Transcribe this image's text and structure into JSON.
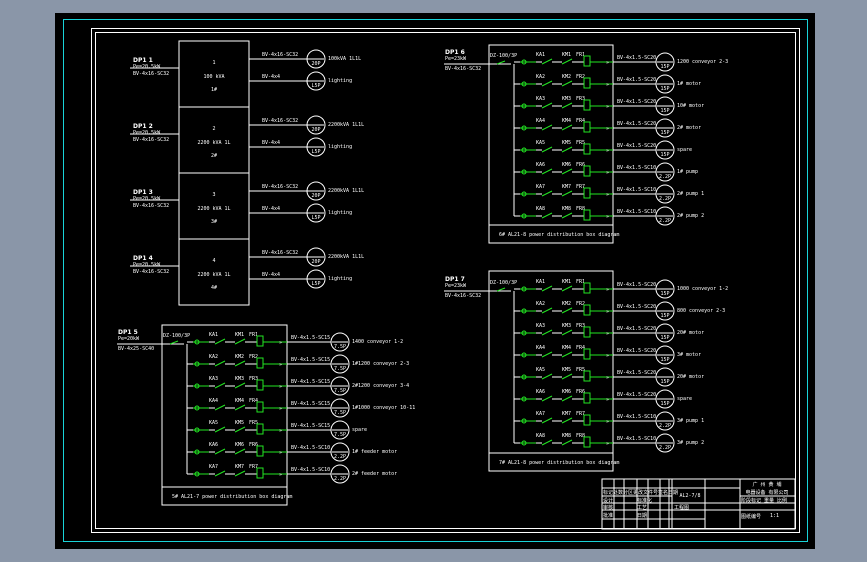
{
  "drawing": {
    "colors": {
      "background": "#000000",
      "frame": "#19d3d8",
      "lines": "#ffffff",
      "components": "#22e622"
    },
    "top_left_boxes": [
      {
        "feeder_label": "DP1 1",
        "feeder_spec": "Pe=20.5kW",
        "feeder_cable": "BV-4x16-SC32",
        "box_id": "1",
        "box_text": "100 kVA",
        "box_sub": "1#",
        "circuits": [
          {
            "cable": "BV-4x16-SC32",
            "load": "20P",
            "desc": "100kVA 1L1L"
          },
          {
            "cable": "BV-4x4",
            "load": "L5P",
            "desc": "lighting"
          }
        ]
      },
      {
        "feeder_label": "DP1 2",
        "feeder_spec": "Pe=20.5kW",
        "feeder_cable": "BV-4x16-SC32",
        "box_id": "2",
        "box_text": "2200 kVA 1L",
        "box_sub": "2#",
        "circuits": [
          {
            "cable": "BV-4x16-SC32",
            "load": "20P",
            "desc": "2200kVA 1L1L"
          },
          {
            "cable": "BV-4x4",
            "load": "L5P",
            "desc": "lighting"
          }
        ]
      },
      {
        "feeder_label": "DP1 3",
        "feeder_spec": "Pe=20.5kW",
        "feeder_cable": "BV-4x16-SC32",
        "box_id": "3",
        "box_text": "2200 kVA 1L",
        "box_sub": "3#",
        "circuits": [
          {
            "cable": "BV-4x16-SC32",
            "load": "20P",
            "desc": "2200kVA 1L1L"
          },
          {
            "cable": "BV-4x4",
            "load": "L5P",
            "desc": "lighting"
          }
        ]
      },
      {
        "feeder_label": "DP1 4",
        "feeder_spec": "Pe=20.5kW",
        "feeder_cable": "BV-4x16-SC32",
        "box_id": "4",
        "box_text": "2200 kVA 1L",
        "box_sub": "4#",
        "circuits": [
          {
            "cable": "BV-4x16-SC32",
            "load": "20P",
            "desc": "2200kVA 1L1L"
          },
          {
            "cable": "BV-4x4",
            "load": "L5P",
            "desc": "lighting"
          }
        ]
      }
    ],
    "panels": [
      {
        "id": "5",
        "feeder_label": "DP1 5",
        "feeder_spec": "Pe=20kW",
        "feeder_cable": "BV-4x25-SC40",
        "main_breaker": "DZ-100/3P",
        "caption": "5#  AL21-7 power distribution box diagram",
        "circuits": [
          {
            "ka": "KA1",
            "km": "KM1",
            "fr": "FR1",
            "cable": "BV-4x1.5-SC15",
            "load": "7.5P",
            "desc": "1400 conveyor 1-2"
          },
          {
            "ka": "KA2",
            "km": "KM2",
            "fr": "FR2",
            "cable": "BV-4x1.5-SC15",
            "load": "7.5P",
            "desc": "1#1200 conveyor 2-3"
          },
          {
            "ka": "KA3",
            "km": "KM3",
            "fr": "FR3",
            "cable": "BV-4x1.5-SC15",
            "load": "7.5P",
            "desc": "2#1200 conveyor 3-4"
          },
          {
            "ka": "KA4",
            "km": "KM4",
            "fr": "FR4",
            "cable": "BV-4x1.5-SC15",
            "load": "7.5P",
            "desc": "1#1000 conveyor 10-11"
          },
          {
            "ka": "KA5",
            "km": "KM5",
            "fr": "FR5",
            "cable": "BV-4x1.5-SC15",
            "load": "7.5P",
            "desc": "spare"
          },
          {
            "ka": "KA6",
            "km": "KM6",
            "fr": "FR6",
            "cable": "BV-4x1.5-SC10",
            "load": "2.2P",
            "desc": "1# feeder motor"
          },
          {
            "ka": "KA7",
            "km": "KM7",
            "fr": "FR7",
            "cable": "BV-4x1.5-SC10",
            "load": "2.2P",
            "desc": "2# feeder motor"
          }
        ]
      },
      {
        "id": "6",
        "feeder_label": "DP1 6",
        "feeder_spec": "Pe=23kW",
        "feeder_cable": "BV-4x16-SC32",
        "main_breaker": "DZ-100/3P",
        "caption": "6#  AL21-8 power distribution box diagram",
        "circuits": [
          {
            "ka": "KA1",
            "km": "KM1",
            "fr": "FR1",
            "cable": "BV-4x1.5-SC20",
            "load": "15P",
            "desc": "1200 conveyor 2-3"
          },
          {
            "ka": "KA2",
            "km": "KM2",
            "fr": "FR2",
            "cable": "BV-4x1.5-SC20",
            "load": "15P",
            "desc": "1# motor"
          },
          {
            "ka": "KA3",
            "km": "KM3",
            "fr": "FR3",
            "cable": "BV-4x1.5-SC20",
            "load": "15P",
            "desc": "10# motor"
          },
          {
            "ka": "KA4",
            "km": "KM4",
            "fr": "FR4",
            "cable": "BV-4x1.5-SC20",
            "load": "15P",
            "desc": "2# motor"
          },
          {
            "ka": "KA5",
            "km": "KM5",
            "fr": "FR5",
            "cable": "BV-4x1.5-SC20",
            "load": "15P",
            "desc": "spare"
          },
          {
            "ka": "KA6",
            "km": "KM6",
            "fr": "FR6",
            "cable": "BV-4x1.5-SC10",
            "load": "2.2P",
            "desc": "1# pump"
          },
          {
            "ka": "KA7",
            "km": "KM7",
            "fr": "FR7",
            "cable": "BV-4x1.5-SC10",
            "load": "2.2P",
            "desc": "2# pump 1"
          },
          {
            "ka": "KA8",
            "km": "KM8",
            "fr": "FR8",
            "cable": "BV-4x1.5-SC10",
            "load": "2.2P",
            "desc": "2# pump 2"
          }
        ]
      },
      {
        "id": "7",
        "feeder_label": "DP1 7",
        "feeder_spec": "Pe=23kW",
        "feeder_cable": "BV-4x16-SC32",
        "main_breaker": "DZ-100/3P",
        "caption": "7#  AL21-8 power distribution box diagram",
        "circuits": [
          {
            "ka": "KA1",
            "km": "KM1",
            "fr": "FR1",
            "cable": "BV-4x1.5-SC20",
            "load": "15P",
            "desc": "1000 conveyor 1-2"
          },
          {
            "ka": "KA2",
            "km": "KM2",
            "fr": "FR2",
            "cable": "BV-4x1.5-SC20",
            "load": "15P",
            "desc": "800 conveyor 2-3"
          },
          {
            "ka": "KA3",
            "km": "KM3",
            "fr": "FR3",
            "cable": "BV-4x1.5-SC20",
            "load": "15P",
            "desc": "20# motor"
          },
          {
            "ka": "KA4",
            "km": "KM4",
            "fr": "FR4",
            "cable": "BV-4x1.5-SC20",
            "load": "15P",
            "desc": "3# motor"
          },
          {
            "ka": "KA5",
            "km": "KM5",
            "fr": "FR5",
            "cable": "BV-4x1.5-SC20",
            "load": "15P",
            "desc": "20# motor"
          },
          {
            "ka": "KA6",
            "km": "KM6",
            "fr": "FR6",
            "cable": "BV-4x1.5-SC20",
            "load": "15P",
            "desc": "spare"
          },
          {
            "ka": "KA7",
            "km": "KM7",
            "fr": "FR7",
            "cable": "BV-4x1.5-SC10",
            "load": "2.2P",
            "desc": "3# pump 1"
          },
          {
            "ka": "KA8",
            "km": "KM8",
            "fr": "FR8",
            "cable": "BV-4x1.5-SC10",
            "load": "2.2P",
            "desc": "3# pump 2"
          }
        ]
      }
    ],
    "title_block": {
      "company_line1": "广 州 黄 埔",
      "company_line2": "电器设备 有限公司",
      "drawing_name": "AL2-7/8",
      "header_row": [
        "标记",
        "处数",
        "分区",
        "更改文件号",
        "签名",
        "日期"
      ],
      "row_design": "设计",
      "row_std": "标准化",
      "row_check": "审核",
      "row_craft": "工艺",
      "row_approve": "批准",
      "row_date": "日期",
      "scale_labels": [
        "阶段标记",
        "重量",
        "比例"
      ],
      "scale_value": "1:1",
      "stage": "工程图",
      "sheet_info": "共 张 第 张",
      "drawing_no": "图纸编号"
    }
  }
}
